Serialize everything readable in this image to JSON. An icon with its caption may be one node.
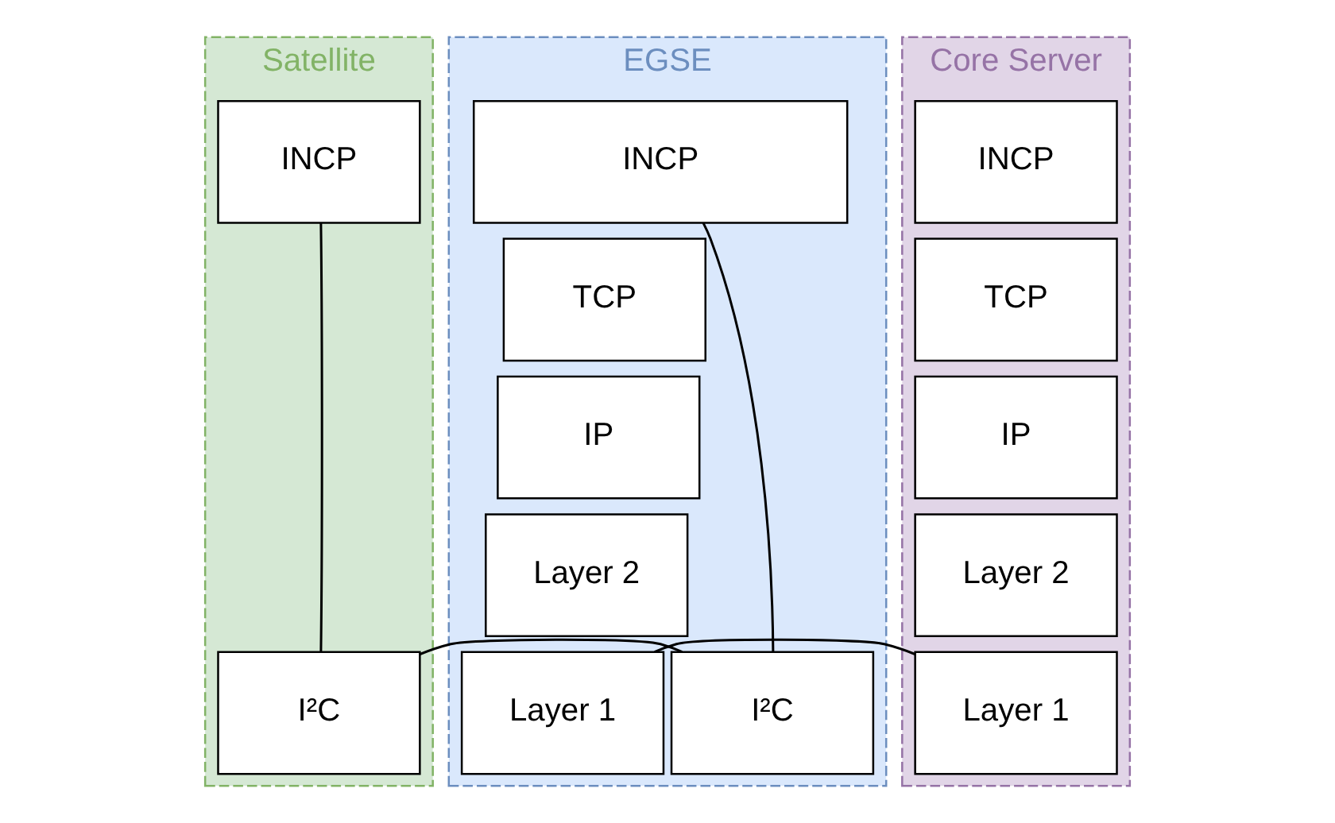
{
  "diagram": {
    "nodes": [
      {
        "text": [
          "Satellite"
        ]
      },
      {
        "text": [
          "INCP"
        ],
        "in": 0
      },
      {
        "text": [
          "I²C"
        ],
        "in": 0
      },
      {
        "text": [
          "EGSE"
        ]
      },
      {
        "text": [
          "INCP"
        ],
        "in": 3
      },
      {
        "text": [
          "TCP"
        ],
        "in": 3
      },
      {
        "text": [
          "IP"
        ],
        "in": 3
      },
      {
        "text": [
          "Layer 2"
        ],
        "in": 3
      },
      {
        "text": [
          "I²C"
        ],
        "in": 3
      },
      {
        "text": [
          "Layer 1"
        ],
        "in": 3
      },
      {
        "text": [
          "Core Server"
        ]
      },
      {
        "text": [
          "INCP"
        ],
        "in": 10
      },
      {
        "text": [
          "TCP"
        ],
        "in": 10
      },
      {
        "text": [
          "IP"
        ],
        "in": 10
      },
      {
        "text": [
          "Layer 2"
        ],
        "in": 10
      },
      {
        "text": [
          "Layer 1"
        ],
        "in": 10
      }
    ],
    "edges": [
      {
        "from": 1,
        "to": 2,
        "arrow": "none"
      },
      {
        "from": 4,
        "to": 8,
        "arrow": "none"
      },
      {
        "from": 2,
        "to": 8,
        "arrow": "none"
      },
      {
        "from": 9,
        "to": 15,
        "arrow": "none"
      }
    ]
  }
}
